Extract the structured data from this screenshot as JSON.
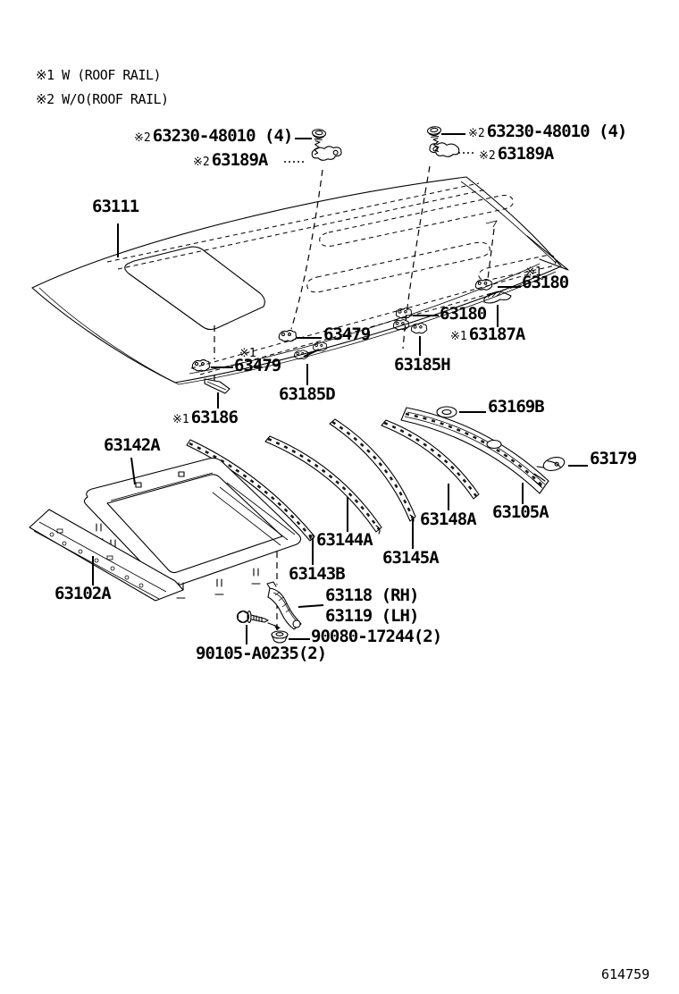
{
  "colors": {
    "ink": "#000000",
    "background": "#ffffff"
  },
  "legend": {
    "note1": "※1 W (ROOF RAIL)",
    "note2": "※2 W/O(ROOF RAIL)"
  },
  "doc_number": "614759",
  "labels": {
    "bolt_left": {
      "prefix": "※2",
      "text": "63230-48010 (4)"
    },
    "clip_189a_left": {
      "prefix": "※2",
      "text": "63189A"
    },
    "bolt_right": {
      "prefix": "※2",
      "text": "63230-48010 (4)"
    },
    "clip_189a_right": {
      "prefix": "※2",
      "text": "63189A"
    },
    "panel_63111": {
      "text": "63111"
    },
    "note_63180_right": {
      "text": "※1"
    },
    "support_63180_right": {
      "text": "63180"
    },
    "support_63180_left": {
      "text": "63180"
    },
    "support_63187a": {
      "prefix": "※1",
      "text": "63187A"
    },
    "clip_63185h": {
      "text": "63185H"
    },
    "clip_63479_upper": {
      "text": "63479"
    },
    "note_63479": {
      "text": "※1"
    },
    "clip_63479_lower": {
      "text": "63479"
    },
    "clip_63185d": {
      "text": "63185D"
    },
    "retainer_63186": {
      "prefix": "※1",
      "text": "63186"
    },
    "brace_63169b": {
      "text": "63169B"
    },
    "frame_63142a": {
      "text": "63142A"
    },
    "bracket_63179": {
      "text": "63179"
    },
    "brace_63105a": {
      "text": "63105A"
    },
    "bow_63148a": {
      "text": "63148A"
    },
    "bow_63144a": {
      "text": "63144A"
    },
    "bow_63145a": {
      "text": "63145A"
    },
    "bow_63143b": {
      "text": "63143B"
    },
    "header_63102a": {
      "text": "63102A"
    },
    "channel_63118": {
      "text": "63118 (RH)"
    },
    "channel_63119": {
      "text": "63119 (LH)"
    },
    "nut_90080": {
      "text": "90080-17244(2)"
    },
    "bolt_90105": {
      "text": "90105-A0235(2)"
    }
  }
}
